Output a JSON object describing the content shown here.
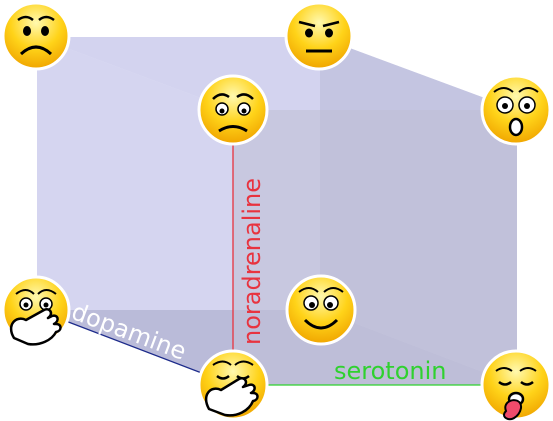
{
  "labels": {
    "dopamine": "dopamine",
    "noradrenaline": "noradrenaline",
    "serotonin": "serotonin"
  },
  "colors": {
    "dopamine_axis": "#1c2a8a",
    "noradrenaline_axis": "#e8333f",
    "serotonin_axis": "#2fd12f",
    "cube_face_light": "#d3d3ef",
    "cube_face_dark": "#b9b9d6",
    "face_yellow_light": "#fff27a",
    "face_yellow_dark": "#f3b600",
    "face_outline": "#ffffff"
  }
}
